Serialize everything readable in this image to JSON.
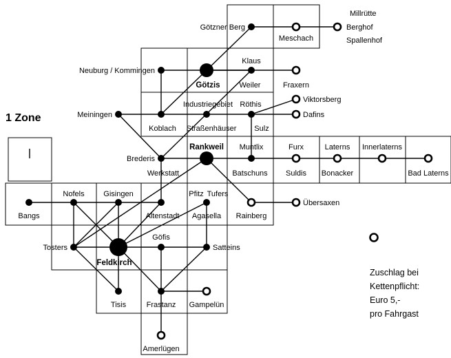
{
  "legend": {
    "zone_title": "1 Zone",
    "surcharge_line1": "Zuschlag bei",
    "surcharge_line2": "Kettenpflicht:",
    "surcharge_line3": "Euro 5,-",
    "surcharge_line4": "pro Fahrgast"
  },
  "stops": {
    "goetznerberg": "Götzner Berg",
    "meschach": "Meschach",
    "millruette": "Millrütte",
    "berghof": "Berghof",
    "spallenhof": "Spallenhof",
    "neuburg": "Neuburg / Kommingen",
    "goetzis": "Götzis",
    "klaus": "Klaus",
    "weiler": "Weiler",
    "fraxern": "Fraxern",
    "industriegebiet": "Industriegebiet",
    "roethis": "Röthis",
    "viktorsberg": "Viktorsberg",
    "dafins": "Dafins",
    "meiningen": "Meiningen",
    "koblach": "Koblach",
    "strassenhaeuser": "Straßenhäuser",
    "sulz": "Sulz",
    "brederis": "Brederis",
    "werkstatt": "Werkstatt",
    "rankweil": "Rankweil",
    "muntlix": "Muntlix",
    "batschuns": "Batschuns",
    "furx": "Furx",
    "suldis": "Suldis",
    "laterns": "Laterns",
    "bonacker": "Bonacker",
    "innerlaterns": "Innerlaterns",
    "badlaterns": "Bad Laterns",
    "bangs": "Bangs",
    "nofels": "Nofels",
    "gisingen": "Gisingen",
    "altenstadt": "Altenstadt",
    "pfitz": "Pfitz",
    "tufers": "Tufers",
    "agasella": "Agasella",
    "rainberg": "Rainberg",
    "uebersaxen": "Übersaxen",
    "tosters": "Tosters",
    "feldkirch": "Feldkirch",
    "goefis": "Göfis",
    "satteins": "Satteins",
    "tisis": "Tisis",
    "frastanz": "Frastanz",
    "gampeluen": "Gampelün",
    "amerluegen": "Amerlügen"
  }
}
